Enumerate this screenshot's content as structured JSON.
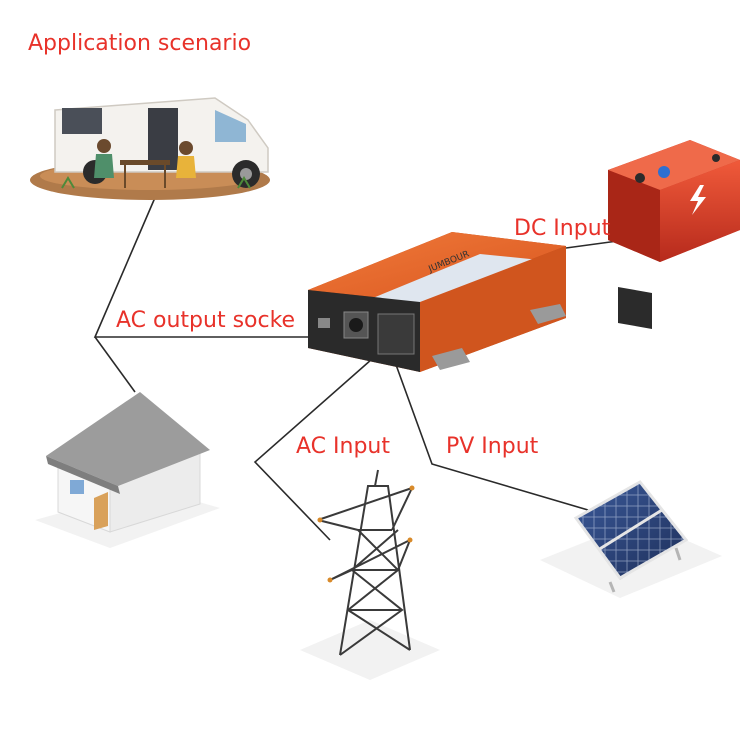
{
  "title": "Application scenario",
  "labels": {
    "dc_input": "DC Input",
    "ac_output": "AC output socke",
    "ac_input": "AC Input",
    "pv_input": "PV Input"
  },
  "inverter_brand": "JUMBOUR",
  "colors": {
    "label_red": "#e8322a",
    "inverter_orange": "#e8632b",
    "line": "#2a2a2a",
    "battery_red": "#e0402c",
    "house_roof": "#9c9c9c",
    "house_door": "#d9a15a",
    "panel_blue": "#2f4a80",
    "ground": "#f2f2f2"
  },
  "icons": [
    "rv-camper-icon",
    "battery-icon",
    "inverter-device-icon",
    "house-icon",
    "power-tower-icon",
    "solar-panel-icon"
  ]
}
